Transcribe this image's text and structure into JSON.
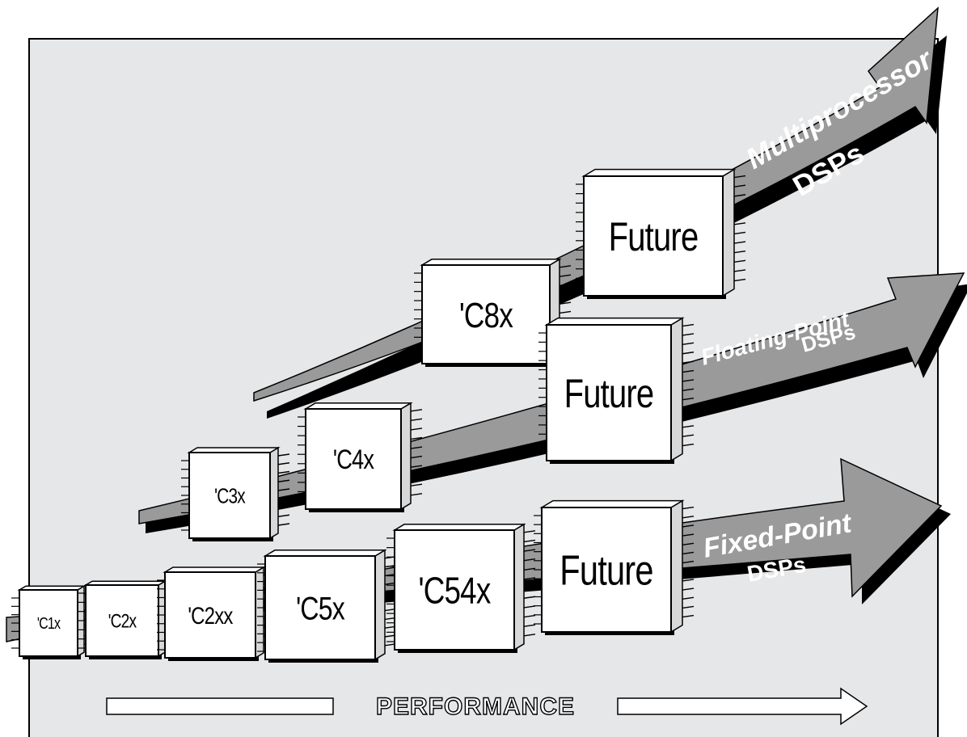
{
  "diagram": {
    "colors": {
      "background_panel": "#e6e7e8",
      "arrow_fill": "#9a9a9a",
      "arrow_shadow": "#000000",
      "chip_face": "#ffffff",
      "chip_side": "#d8d8d8"
    },
    "tracks": [
      {
        "id": "fixed-point",
        "label_line1": "Fixed-Point",
        "label_line2": "DSPs",
        "chips": [
          "'C1x",
          "'C2x",
          "'C2xx",
          "'C5x",
          "'C54x",
          "Future"
        ]
      },
      {
        "id": "floating-point",
        "label_line1": "Floating-Point",
        "label_line2": "DSPs",
        "chips": [
          "'C3x",
          "'C4x",
          "Future"
        ]
      },
      {
        "id": "multiprocessor",
        "label_line1": "Multiprocessor",
        "label_line2": "DSPs",
        "chips": [
          "'C8x",
          "Future"
        ]
      }
    ],
    "performance_label": "PERFORMANCE"
  }
}
